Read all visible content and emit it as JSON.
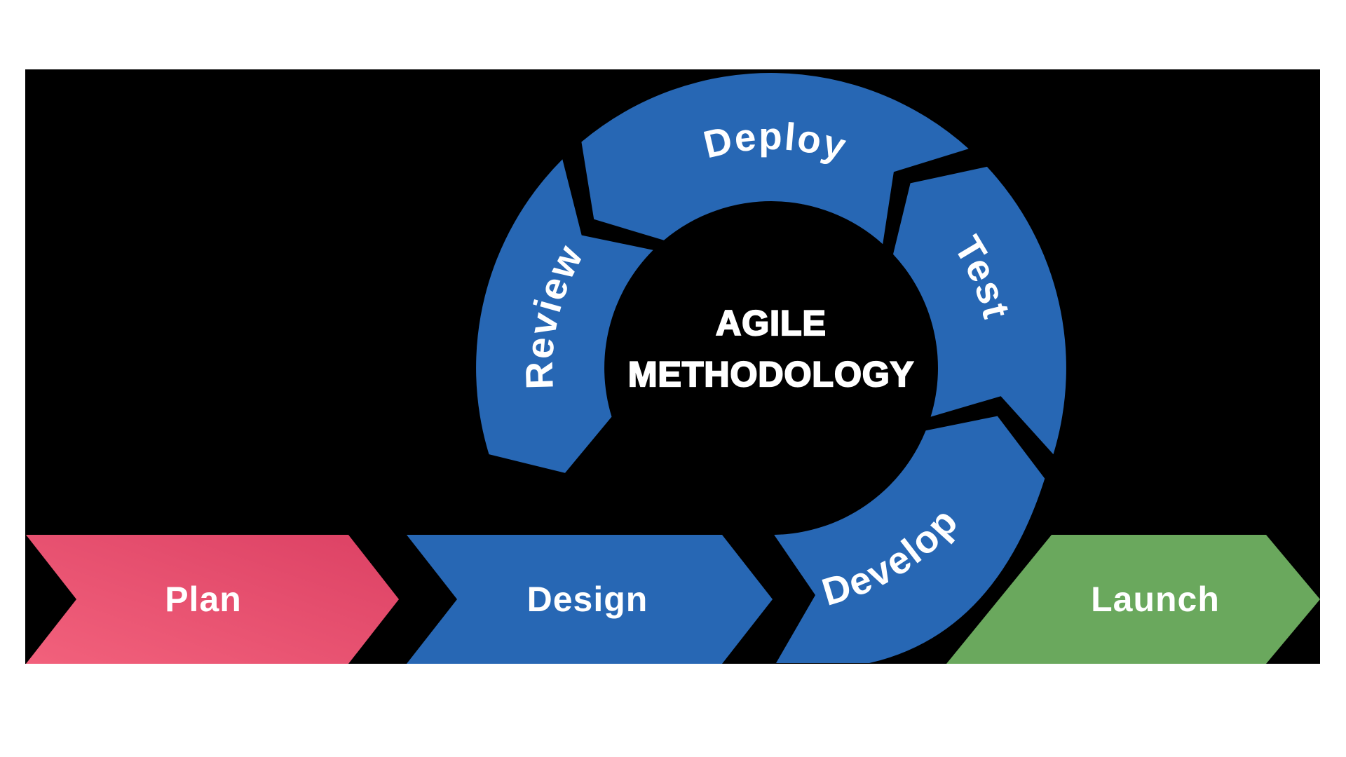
{
  "diagram": {
    "center_title": {
      "line1": "AGILE",
      "line2": "METHODOLOGY"
    },
    "cycle": {
      "segments": [
        {
          "label": "Deploy"
        },
        {
          "label": "Test"
        },
        {
          "label": "Develop"
        },
        {
          "label": "Review"
        }
      ]
    },
    "flow": {
      "steps": [
        {
          "label": "Plan"
        },
        {
          "label": "Design"
        },
        {
          "label": "Launch"
        }
      ]
    },
    "colors": {
      "panel_background": "#000000",
      "page_background": "#ffffff",
      "ring_blue": "#2767B4",
      "arrow_blue": "#2767B4",
      "plan_pink_light": "#F2617C",
      "plan_pink_dark": "#DC4164",
      "launch_green": "#6AA85D",
      "label_white": "#FFFFFF"
    }
  }
}
